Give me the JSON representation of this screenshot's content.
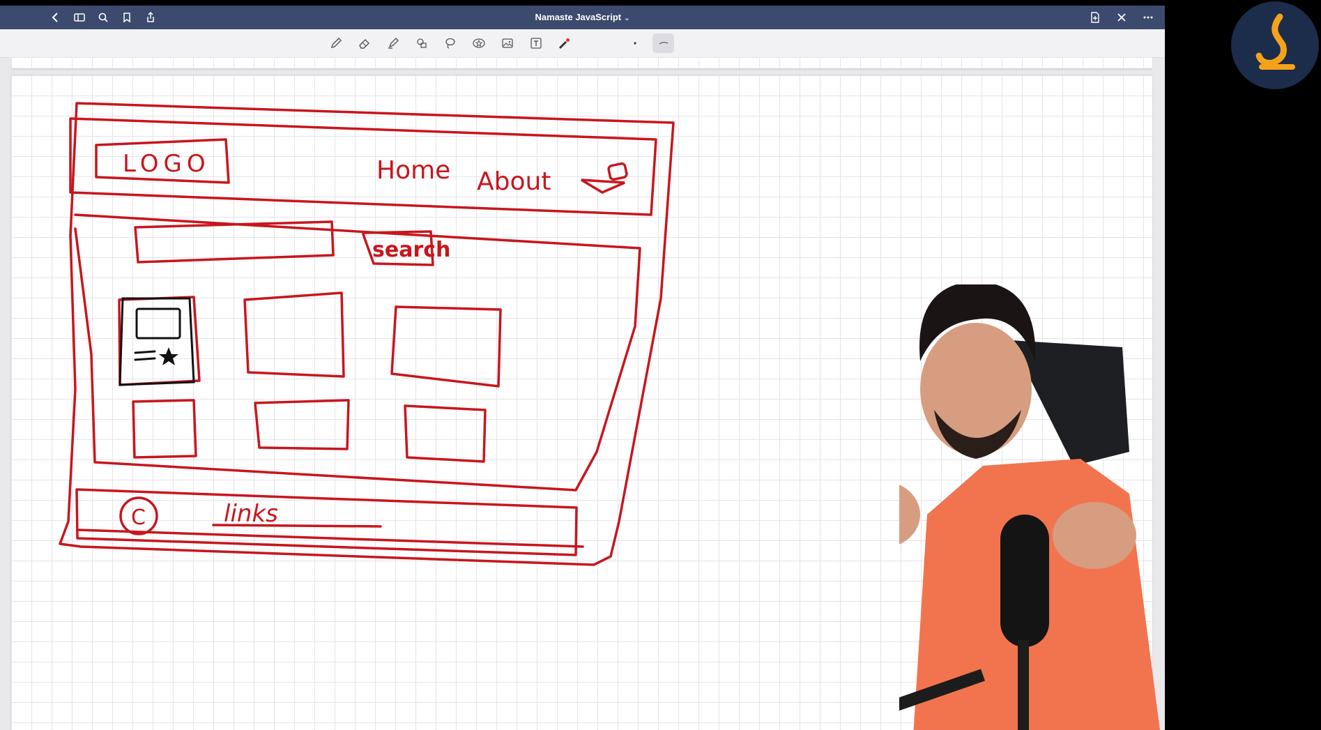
{
  "window": {
    "title": "Namaste JavaScript"
  },
  "titlebar": {
    "left_icons": [
      "back-chevron-icon",
      "sidebar-icon",
      "search-icon",
      "bookmark-icon",
      "share-icon"
    ],
    "right_icons": [
      "add-page-icon",
      "close-icon",
      "more-icon"
    ]
  },
  "toolbar": {
    "tools": [
      "pen-icon",
      "eraser-icon",
      "highlighter-icon",
      "shapes-icon",
      "lasso-icon",
      "sticker-icon",
      "image-icon",
      "text-icon",
      "laser-pointer-icon",
      "dot-size-icon",
      "stroke-style-icon"
    ],
    "active_tool": "stroke-style-icon"
  },
  "sketch": {
    "ink_color": "#c8161d",
    "logo_label": "LOGO",
    "nav_home": "Home",
    "nav_about": "About",
    "search_button": "search",
    "footer_links": "links",
    "copyright_symbol": "C"
  },
  "overlay": {
    "channel_badge_color": "#1b2d4a",
    "channel_badge_accent": "#f5a21b"
  }
}
